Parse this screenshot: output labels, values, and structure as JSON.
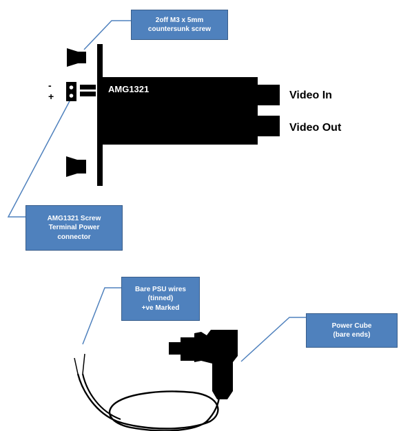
{
  "device_label": "AMG1321",
  "polarity": {
    "minus": "-",
    "plus": "+"
  },
  "ports": {
    "video_in": "Video In",
    "video_out": "Video Out"
  },
  "callouts": {
    "screws": "2off M3 x 5mm\ncountersunk screw",
    "terminal": "AMG1321 Screw\nTerminal Power\nconnector",
    "psu_wires": "Bare PSU wires\n(tinned)\n+ve Marked",
    "power_cube": "Power Cube\n(bare ends)"
  },
  "colors": {
    "callout_fill": "#4f81bd",
    "callout_border": "#385d8a",
    "leader": "#4f81bd",
    "device": "#000000"
  }
}
